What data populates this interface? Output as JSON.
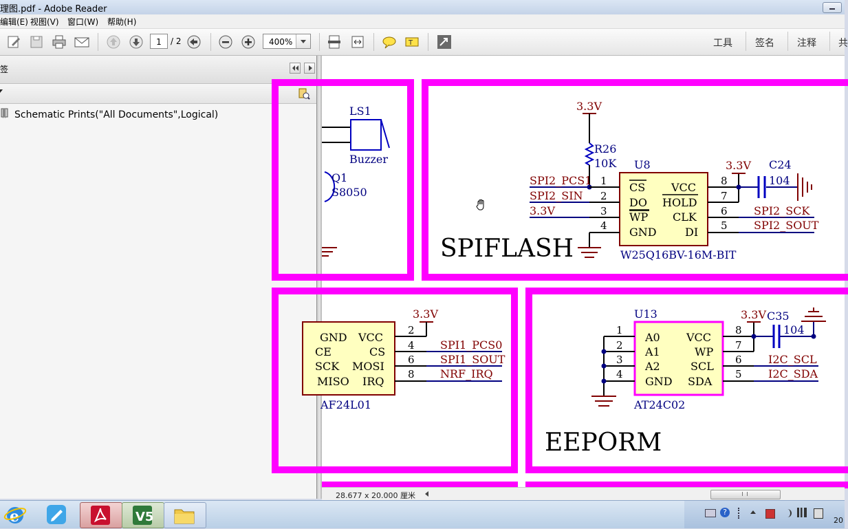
{
  "window": {
    "title": "理图.pdf - Adobe Reader"
  },
  "menu": {
    "items": [
      "编辑(E)",
      "视图(V)",
      "窗口(W)",
      "帮助(H)"
    ]
  },
  "toolbar": {
    "page_current": "1",
    "page_total": "/ 2",
    "zoom": "400%",
    "right_tabs": [
      "工具",
      "签名",
      "注释",
      "共"
    ]
  },
  "left_panel": {
    "header": "签",
    "tree_item": "Schematic Prints(\"All Documents\",Logical)"
  },
  "status": {
    "page_size": "28.677 x 20.000 厘米"
  },
  "schematic": {
    "spiflash": {
      "title": "SPIFLASH",
      "top_power": "3.3V",
      "resistor_ref": "R26",
      "resistor_val": "10K",
      "chip_ref": "U8",
      "chip_part": "W25Q16BV-16M-BIT",
      "left_pins": [
        "CS",
        "DO",
        "WP",
        "GND"
      ],
      "right_pins": [
        "VCC",
        "HOLD",
        "CLK",
        "DI"
      ],
      "left_nums": [
        "1",
        "2",
        "3",
        "4"
      ],
      "right_nums": [
        "8",
        "7",
        "6",
        "5"
      ],
      "left_nets": [
        "SPI2_PCS1",
        "SPI2_SIN",
        "3.3V"
      ],
      "right_nets": [
        "SPI2_SCK",
        "SPI2_SOUT"
      ],
      "cap_power": "3.3V",
      "cap_ref": "C24",
      "cap_val": "104"
    },
    "buzzer": {
      "ref": "LS1",
      "label": "Buzzer",
      "q_ref": "Q1",
      "q_part": "S8050"
    },
    "nrf": {
      "power": "3.3V",
      "part": "AF24L01",
      "left_pins": [
        "GND",
        "CE",
        "SCK",
        "MISO"
      ],
      "right_pins": [
        "VCC",
        "CS",
        "MOSI",
        "IRQ"
      ],
      "nums": [
        "2",
        "4",
        "6",
        "8"
      ],
      "nets": [
        "SPI1_PCS0",
        "SPI1_SOUT",
        "NRF_IRQ"
      ]
    },
    "eeprom": {
      "title": "EEPORM",
      "chip_ref": "U13",
      "chip_part": "AT24C02",
      "left_pins": [
        "A0",
        "A1",
        "A2",
        "GND"
      ],
      "right_pins": [
        "VCC",
        "WP",
        "SCL",
        "SDA"
      ],
      "left_nums": [
        "1",
        "2",
        "3",
        "4"
      ],
      "right_nums": [
        "8",
        "7",
        "6",
        "5"
      ],
      "right_nets": [
        "I2C_SCL",
        "I2C_SDA"
      ],
      "cap_power": "3.3V",
      "cap_ref": "C35",
      "cap_val": "104"
    }
  },
  "taskbar": {
    "clock": "20"
  },
  "colors": {
    "frame": "#ff00ff",
    "wire": "#000080",
    "label": "#800000",
    "chip_fill": "#ffffc0",
    "chip_border": "#800000",
    "u13_border": "#ff00ff"
  }
}
